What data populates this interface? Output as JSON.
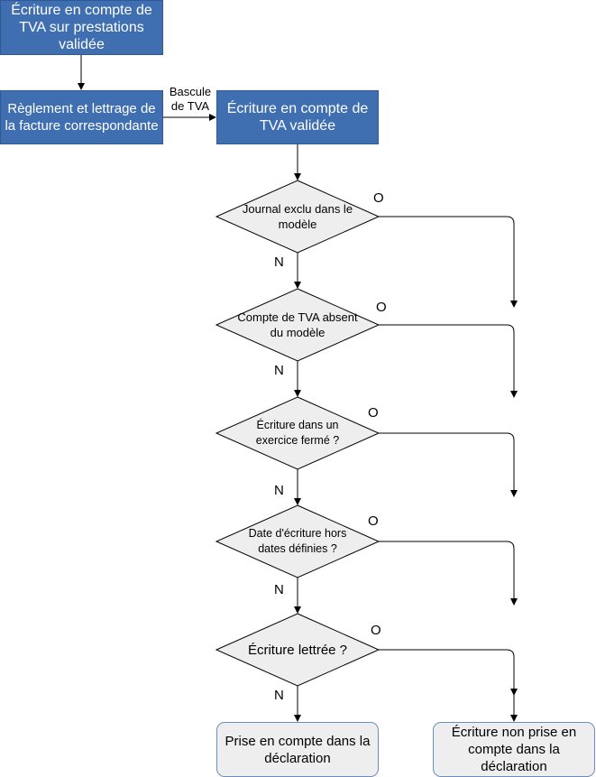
{
  "nodes": {
    "start": "Écriture en compte de TVA sur prestations validée",
    "reglement": "Règlement et lettrage de la facture correspondante",
    "validee": "Écriture en compte de TVA validée",
    "prise": "Prise en compte dans la déclaration",
    "non_prise": "Écriture non prise en compte dans la déclaration"
  },
  "decisions": [
    "Journal exclu dans le modèle",
    "Compte de TVA absent du modèle",
    "Écriture dans un exercice fermé ?",
    "Date d'écriture hors dates définies ?",
    "Écriture lettrée ?"
  ],
  "edge_labels": {
    "bascule": "Bascule de TVA",
    "yes": "O",
    "no": "N"
  },
  "colors": {
    "process_fill": "#3f6fb0",
    "terminal_fill": "#eeeeee",
    "stroke": "#000000"
  }
}
